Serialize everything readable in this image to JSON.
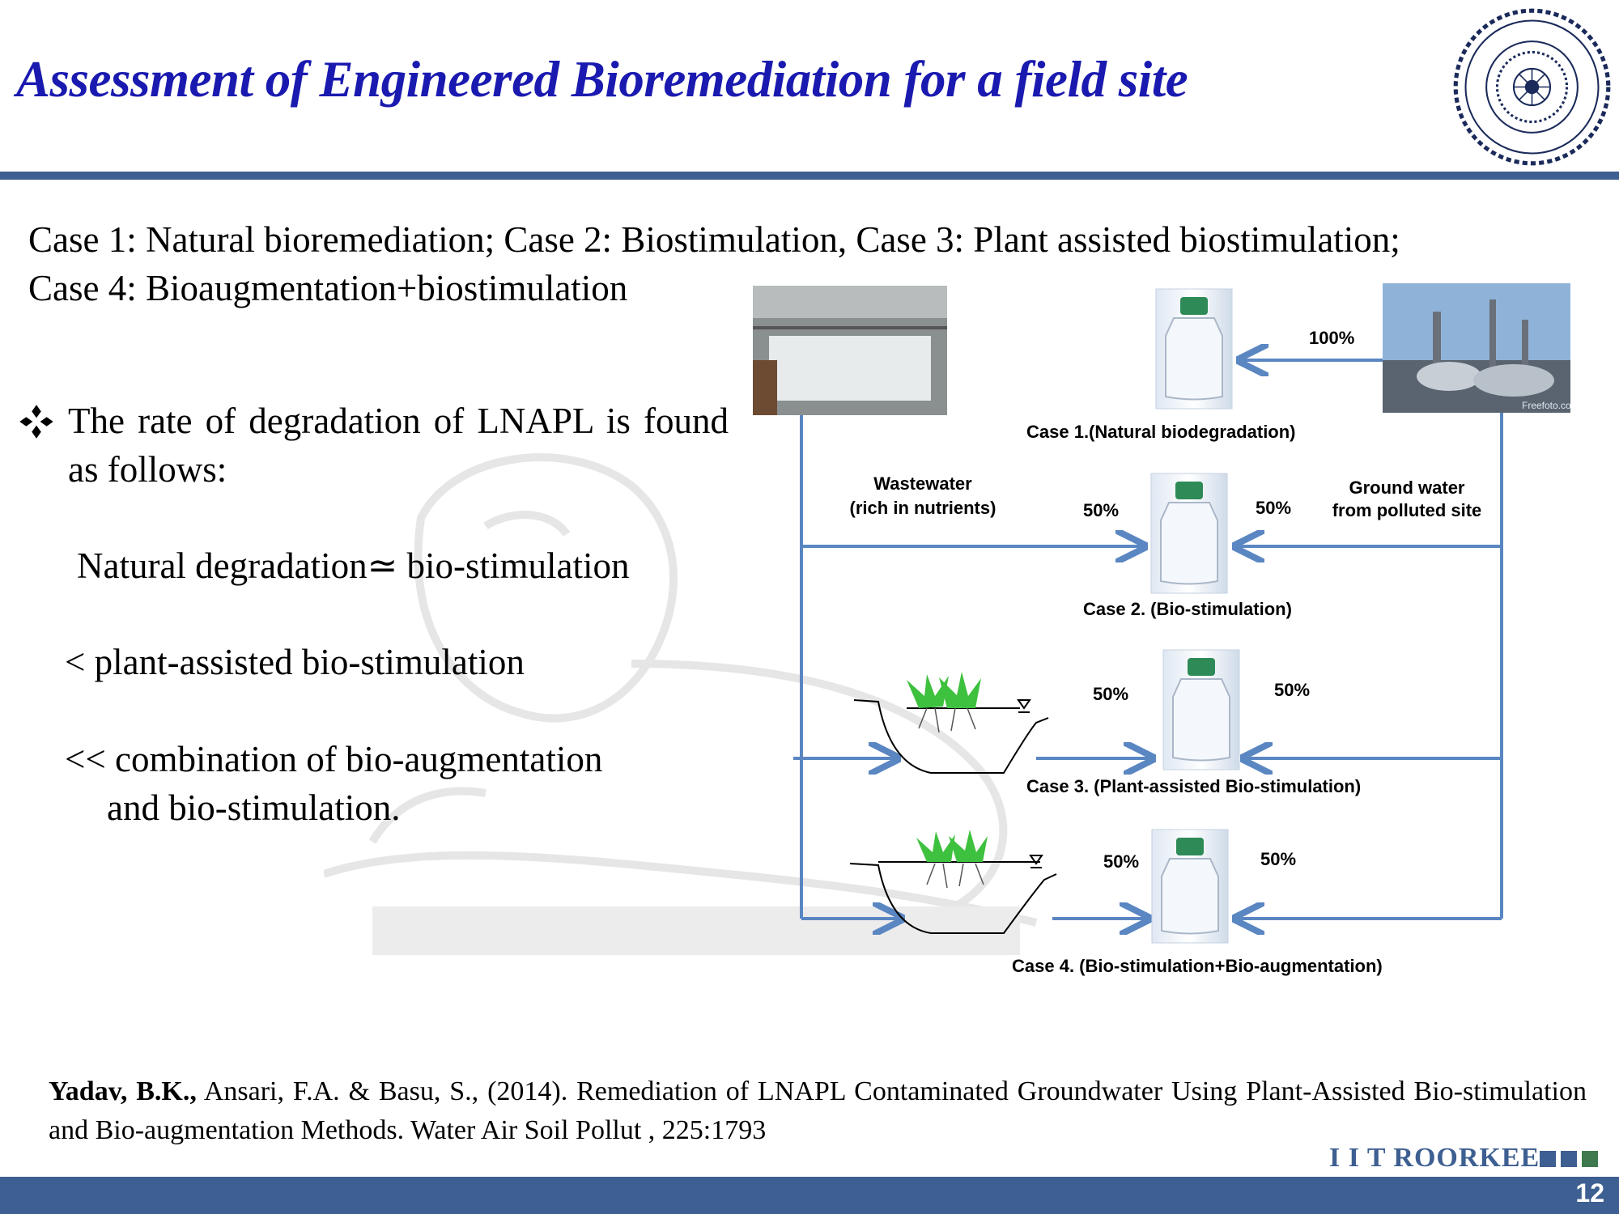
{
  "slide": {
    "title": "Assessment of Engineered Bioremediation for a field site",
    "page_number": "12",
    "brand": "I I T ROORKEE",
    "colors": {
      "title": "#1a1ab0",
      "band": "#3d5f91",
      "arrow": "#5a86c2",
      "bottle_cap": "#2e8b57"
    }
  },
  "cases": {
    "line1": "Case 1: Natural bioremediation; Case 2: Biostimulation, Case 3: Plant assisted biostimulation;",
    "line2": "Case 4: Bioaugmentation+biostimulation"
  },
  "findings": {
    "bullet_icon": "diamond-bullet-icon",
    "intro": "The rate of degradation of LNAPL is found as follows:",
    "rate1": "Natural degradation≃ bio-stimulation",
    "rate2": "< plant-assisted bio-stimulation",
    "rate3": "<< combination of bio-augmentation",
    "rate4": "and bio-stimulation."
  },
  "diagram": {
    "pct_100": "100%",
    "case1_label": "Case 1.(Natural biodegradation)",
    "wastewater_line1": "Wastewater",
    "wastewater_line2": "(rich in nutrients)",
    "groundwater_line1": "Ground water",
    "groundwater_line2": "from polluted site",
    "case2_left_pct": "50%",
    "case2_right_pct": "50%",
    "case2_label": "Case 2. (Bio-stimulation)",
    "case3_left_pct": "50%",
    "case3_right_pct": "50%",
    "case3_label": "Case 3. (Plant-assisted Bio-stimulation)",
    "case4_left_pct": "50%",
    "case4_right_pct": "50%",
    "case4_label": "Case  4. (Bio-stimulation+Bio-augmentation)",
    "photo_credit": "Freefoto.com"
  },
  "reference": {
    "author_bold": "Yadav, B.K.,",
    "rest": " Ansari, F.A. & Basu, S., (2014). Remediation of LNAPL Contaminated Groundwater Using Plant-Assisted Bio-stimulation and Bio-augmentation Methods. Water Air Soil Pollut , 225:1793"
  }
}
